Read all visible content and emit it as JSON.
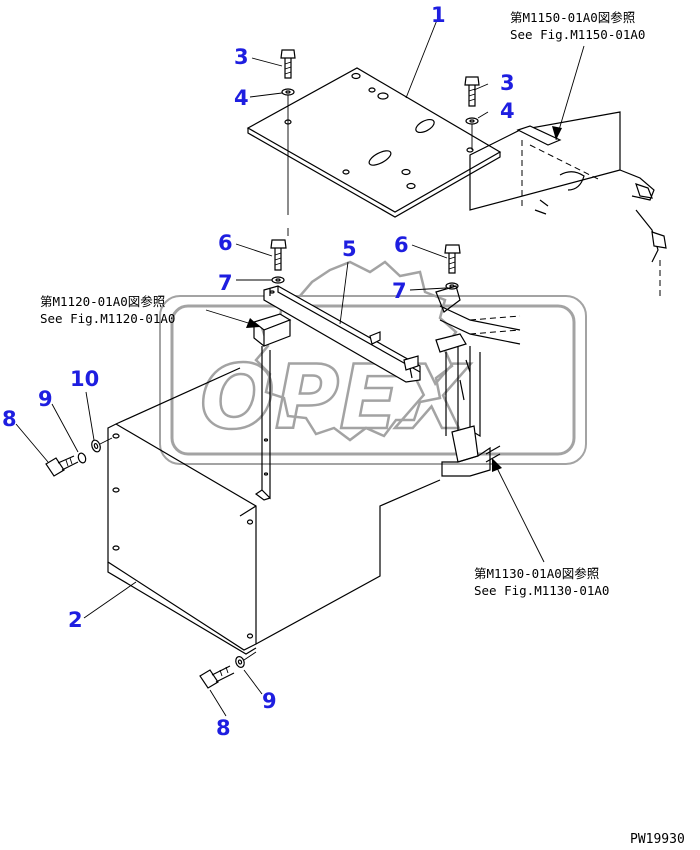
{
  "watermark": {
    "text": "OPEX"
  },
  "callouts": [
    {
      "id": "c1",
      "text": "1"
    },
    {
      "id": "c2",
      "text": "2"
    },
    {
      "id": "c3a",
      "text": "3"
    },
    {
      "id": "c3b",
      "text": "3"
    },
    {
      "id": "c4a",
      "text": "4"
    },
    {
      "id": "c4b",
      "text": "4"
    },
    {
      "id": "c5",
      "text": "5"
    },
    {
      "id": "c6a",
      "text": "6"
    },
    {
      "id": "c6b",
      "text": "6"
    },
    {
      "id": "c7a",
      "text": "7"
    },
    {
      "id": "c7b",
      "text": "7"
    },
    {
      "id": "c8a",
      "text": "8"
    },
    {
      "id": "c8b",
      "text": "8"
    },
    {
      "id": "c9a",
      "text": "9"
    },
    {
      "id": "c9b",
      "text": "9"
    },
    {
      "id": "c10",
      "text": "10"
    }
  ],
  "references": [
    {
      "jp": "第M1150-01A0図参照",
      "en": "See Fig.M1150-01A0"
    },
    {
      "jp": "第M1120-01A0図参照",
      "en": "See Fig.M1120-01A0"
    },
    {
      "jp": "第M1130-01A0図参照",
      "en": "See Fig.M1130-01A0"
    }
  ],
  "figure_id": "PW19930",
  "colors": {
    "callout": "#1e1ee0",
    "line": "#000000",
    "watermark": "#9a9a9a"
  }
}
